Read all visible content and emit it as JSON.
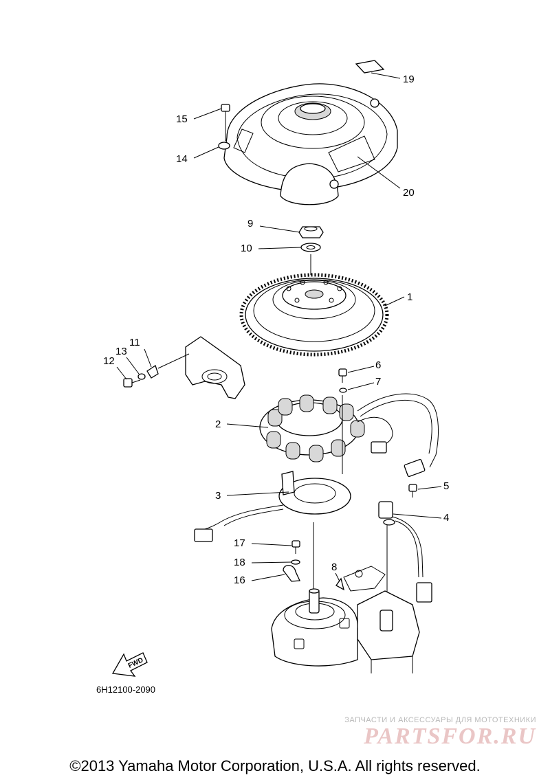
{
  "callouts": [
    {
      "id": "19",
      "label": "19"
    },
    {
      "id": "15",
      "label": "15"
    },
    {
      "id": "14",
      "label": "14"
    },
    {
      "id": "20",
      "label": "20"
    },
    {
      "id": "9",
      "label": "9"
    },
    {
      "id": "10",
      "label": "10"
    },
    {
      "id": "1",
      "label": "1"
    },
    {
      "id": "11",
      "label": "11"
    },
    {
      "id": "13",
      "label": "13"
    },
    {
      "id": "12",
      "label": "12"
    },
    {
      "id": "6",
      "label": "6"
    },
    {
      "id": "7",
      "label": "7"
    },
    {
      "id": "2",
      "label": "2"
    },
    {
      "id": "3",
      "label": "3"
    },
    {
      "id": "5",
      "label": "5"
    },
    {
      "id": "4",
      "label": "4"
    },
    {
      "id": "17",
      "label": "17"
    },
    {
      "id": "18",
      "label": "18"
    },
    {
      "id": "8",
      "label": "8"
    },
    {
      "id": "16",
      "label": "16"
    }
  ],
  "fwd_label": "FWD",
  "diagram_code": "6H12100-2090",
  "watermark": {
    "tagline": "ЗАПЧАСТИ И АКСЕССУАРЫ ДЛЯ МОТОТЕХНИКИ",
    "logo": "PARTSFOR.RU"
  },
  "copyright": "©2013 Yamaha Motor Corporation, U.S.A. All rights reserved."
}
